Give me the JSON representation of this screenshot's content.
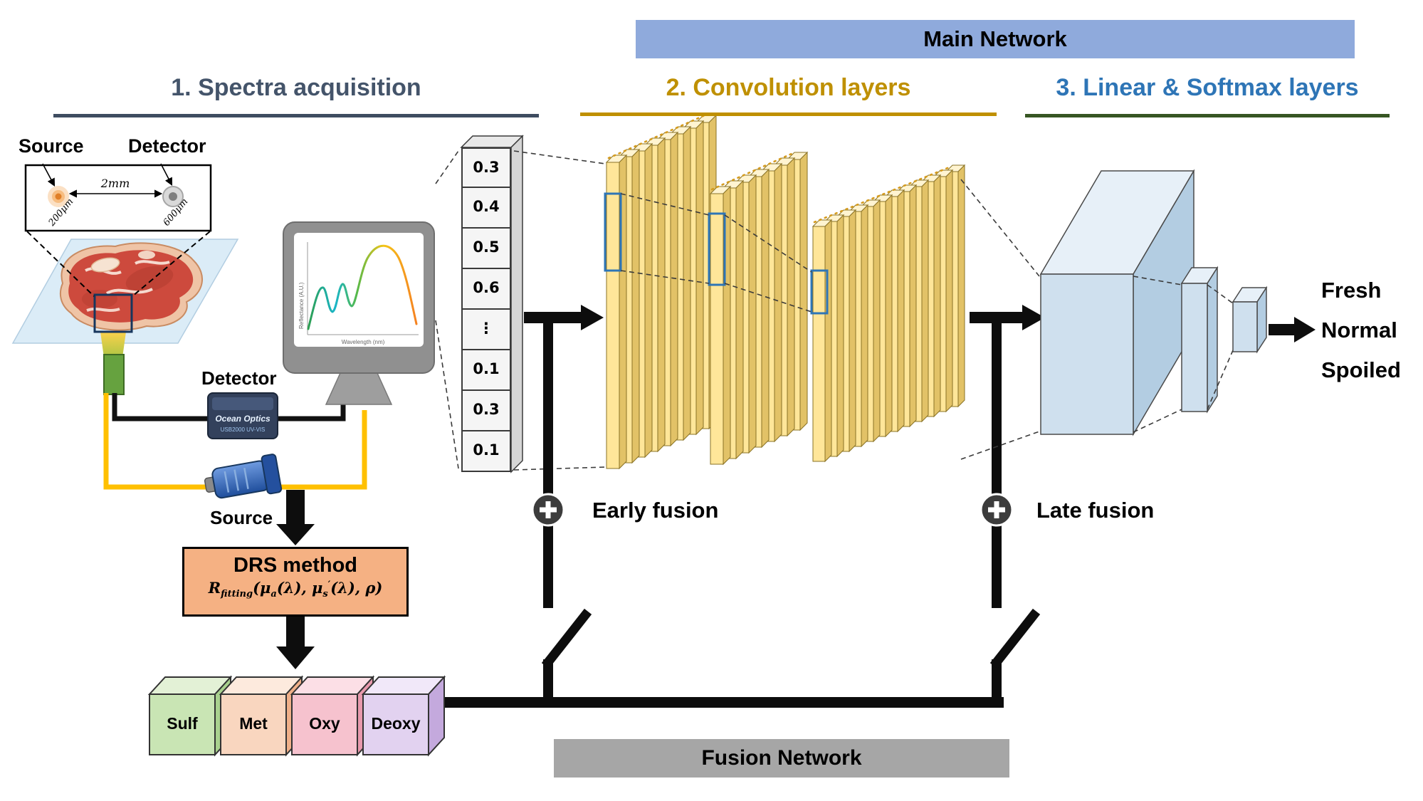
{
  "banners": {
    "main_network": "Main Network",
    "fusion_network": "Fusion Network"
  },
  "sections": {
    "one": {
      "label": "1. Spectra acquisition",
      "color": "#44546a"
    },
    "two": {
      "label": "2. Convolution layers",
      "color": "#bf9000"
    },
    "three": {
      "label": "3. Linear & Softmax layers",
      "color": "#2e75b6",
      "underline": "#375623"
    }
  },
  "probe_geometry": {
    "source_label": "Source",
    "detector_label": "Detector",
    "separation": "2mm",
    "source_fiber": "200μm",
    "detector_fiber": "600μm"
  },
  "devices": {
    "detector_label": "Detector",
    "source_label": "Source",
    "spectrometer_brand": "Ocean Optics",
    "spectrometer_model": "USB2000 UV-VIS"
  },
  "monitor_plot": {
    "ylabel": "Reflectance (A.U.)",
    "xlabel": "Wavelength (nm)"
  },
  "drs": {
    "title": "DRS method",
    "formula": {
      "f1": "R",
      "f2": "fitting",
      "f3": "(",
      "f4": "μ",
      "f5": "a",
      "f6": "(λ), ",
      "f7": "μ",
      "f8": "s",
      "f9": "′",
      "f10": "(λ), ",
      "f11": "ρ",
      "f12": ")"
    }
  },
  "chromophores": [
    {
      "label": "Sulf"
    },
    {
      "label": "Met"
    },
    {
      "label": "Oxy"
    },
    {
      "label": "Deoxy"
    }
  ],
  "spectrum_vector": {
    "values": [
      "0.3",
      "0.4",
      "0.5",
      "0.6",
      "⋮",
      "0.1",
      "0.3",
      "0.1"
    ]
  },
  "fusion": {
    "early_label": "Early fusion",
    "late_label": "Late fusion"
  },
  "output_classes": [
    "Fresh",
    "Normal",
    "Spoiled"
  ],
  "colors": {
    "main_banner": "#8faadc",
    "fusion_banner": "#a6a6a6",
    "conv_layer": "#ffe699",
    "linear_layer": "#cfe0ee",
    "drs_box": "#f5b183",
    "fusion_line": "#0d0d0d",
    "kernel_outline": "#2e75b6",
    "source_cable": "#ffc000"
  }
}
